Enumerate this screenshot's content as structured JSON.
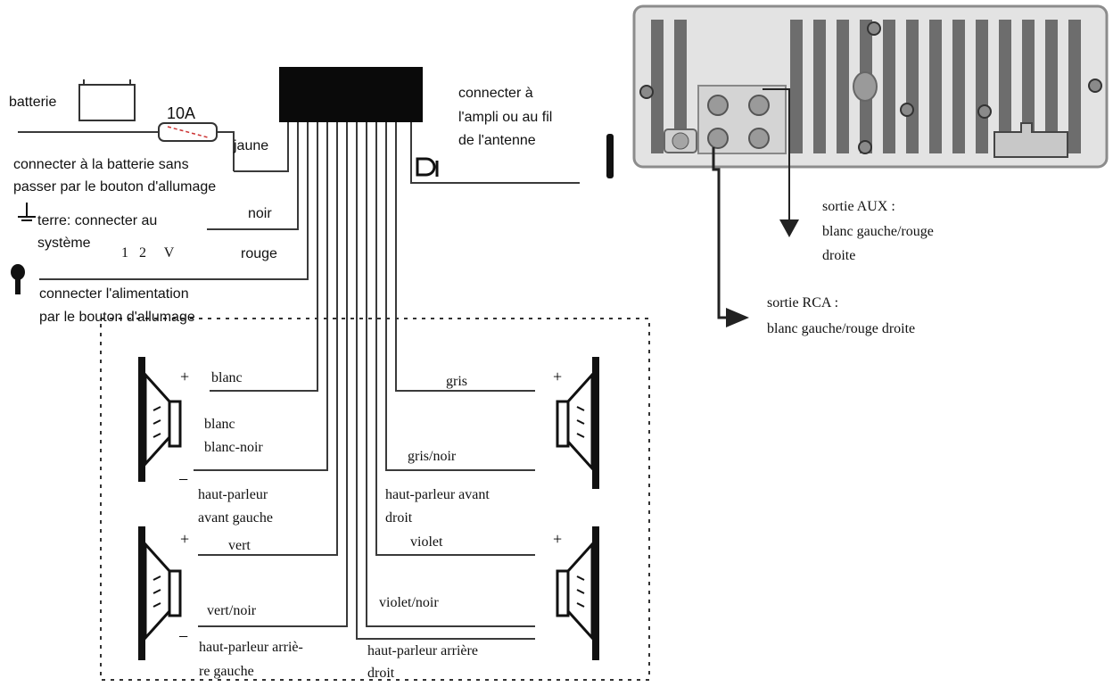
{
  "colors": {
    "wire": "#3a3a3a",
    "unit_body": "#8c8c8c",
    "unit_fill": "#e3e3e3",
    "slot": "#6d6d6d",
    "connector": "#111111"
  },
  "left": {
    "battery": "batterie",
    "fuse": "10A",
    "yellow": "jaune",
    "battery_note_1": "connecter à la batterie sans",
    "battery_note_2": "passer par le bouton d'allumage",
    "black": "noir",
    "ground_1": "terre: connecter au",
    "ground_2": "système",
    "twelve_v": "1   2     V",
    "red": "rouge",
    "ignition_1": "connecter l'alimentation",
    "ignition_2": "par le bouton d'allumage"
  },
  "antenna": {
    "line1": "connecter à",
    "line2": "l'ampli ou au fil",
    "line3": "de l'antenne"
  },
  "outputs": {
    "aux_1": "sortie AUX :",
    "aux_2": "blanc gauche/rouge",
    "aux_3": "droite",
    "rca_1": "sortie RCA :",
    "rca_2": "blanc gauche/rouge droite"
  },
  "speakers": {
    "fl_pos": "blanc",
    "fl_neg_1": "blanc",
    "fl_neg_2": "blanc-noir",
    "fl_name_1": "haut-parleur",
    "fl_name_2": "avant gauche",
    "fr_pos": "gris",
    "fr_neg": "gris/noir",
    "fr_name_1": "haut-parleur avant",
    "fr_name_2": "droit",
    "rl_pos": "vert",
    "rl_neg": "vert/noir",
    "rl_name_1": "haut-parleur arriè-",
    "rl_name_2": "re gauche",
    "rr_pos": "violet",
    "rr_neg": "violet/noir",
    "rr_name_1": "haut-parleur arrière",
    "rr_name_2": "droit",
    "plus": "+",
    "minus": "−"
  }
}
